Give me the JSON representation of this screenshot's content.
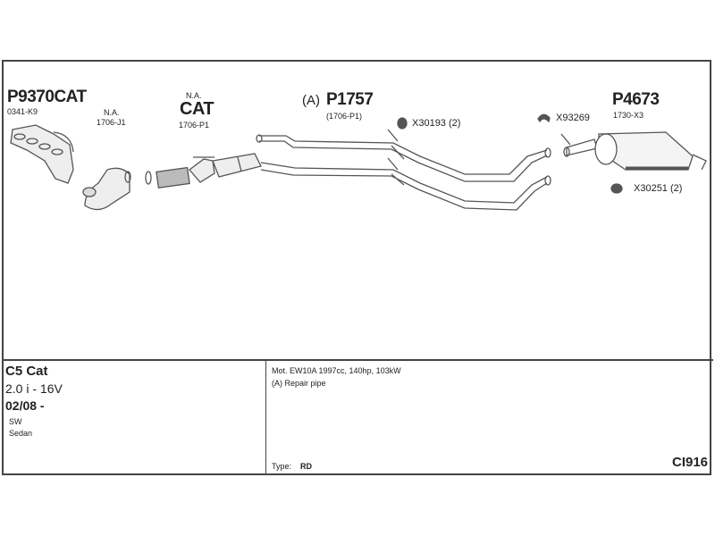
{
  "parts": {
    "manifold": {
      "code": "P9370CAT",
      "ref": "0341-K9"
    },
    "front_pipe": {
      "status": "N.A.",
      "ref": "1706-J1"
    },
    "cat": {
      "status": "N.A.",
      "code": "CAT",
      "ref": "1706-P1"
    },
    "middle_pipe": {
      "prefix": "(A)",
      "code": "P1757",
      "ref": "(1706-P1)"
    },
    "rear_silencer": {
      "code": "P4673",
      "ref": "1730-X3"
    },
    "hangers": [
      {
        "code": "X30193 (2)"
      },
      {
        "code": "X93269"
      },
      {
        "code": "X30251 (2)"
      }
    ]
  },
  "vehicle": {
    "model": "C5 Cat",
    "engine": "2.0 i - 16V",
    "date": "02/08 -",
    "body_types": [
      "SW",
      "Sedan"
    ]
  },
  "notes": {
    "motor": "Mot. EW10A 1997cc, 140hp, 103kW",
    "repair": "(A) Repair pipe",
    "type_label": "Type:",
    "type_value": "RD",
    "diagram_code": "CI916"
  }
}
